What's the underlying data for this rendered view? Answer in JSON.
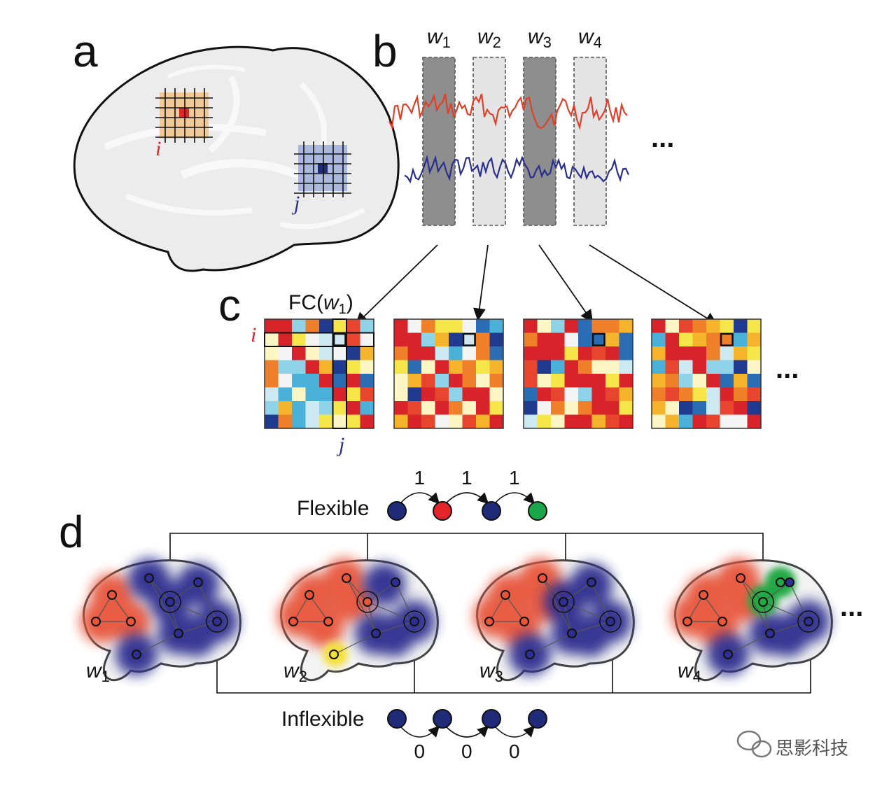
{
  "panels": {
    "a": "a",
    "b": "b",
    "c": "c",
    "d": "d"
  },
  "node_labels": {
    "i": "i",
    "j": "j"
  },
  "windows": [
    {
      "label": "w",
      "sub": "1",
      "fill": "#8e8e8e"
    },
    {
      "label": "w",
      "sub": "2",
      "fill": "#e4e4e4"
    },
    {
      "label": "w",
      "sub": "3",
      "fill": "#8e8e8e"
    },
    {
      "label": "w",
      "sub": "4",
      "fill": "#e4e4e4"
    }
  ],
  "fc_label": {
    "prefix": "FC(",
    "w": "w",
    "sub": "1",
    "suffix": ")"
  },
  "ellipsis": "...",
  "flexible": {
    "label": "Flexible",
    "transition_weights": [
      "1",
      "1",
      "1"
    ],
    "node_colors": [
      "#1f2a78",
      "#e3242b",
      "#1f2a78",
      "#1aa64a"
    ]
  },
  "inflexible": {
    "label": "Inflexible",
    "transition_weights": [
      "0",
      "0",
      "0"
    ],
    "node_colors": [
      "#1f2a78",
      "#1f2a78",
      "#1f2a78",
      "#1f2a78"
    ]
  },
  "brain_window_labels": [
    {
      "w": "w",
      "sub": "1"
    },
    {
      "w": "w",
      "sub": "2"
    },
    {
      "w": "w",
      "sub": "3"
    },
    {
      "w": "w",
      "sub": "4"
    }
  ],
  "colors": {
    "red_signal": "#e0402a",
    "blue_signal": "#2a2f8f",
    "module_red": "#e8553a",
    "module_blue": "#2e2f90",
    "module_green": "#22a845",
    "module_yellow": "#f4e03a",
    "brain_fill": "#ececec",
    "brain_sulci": "#f8f8f8"
  },
  "watermark": "思影科技"
}
